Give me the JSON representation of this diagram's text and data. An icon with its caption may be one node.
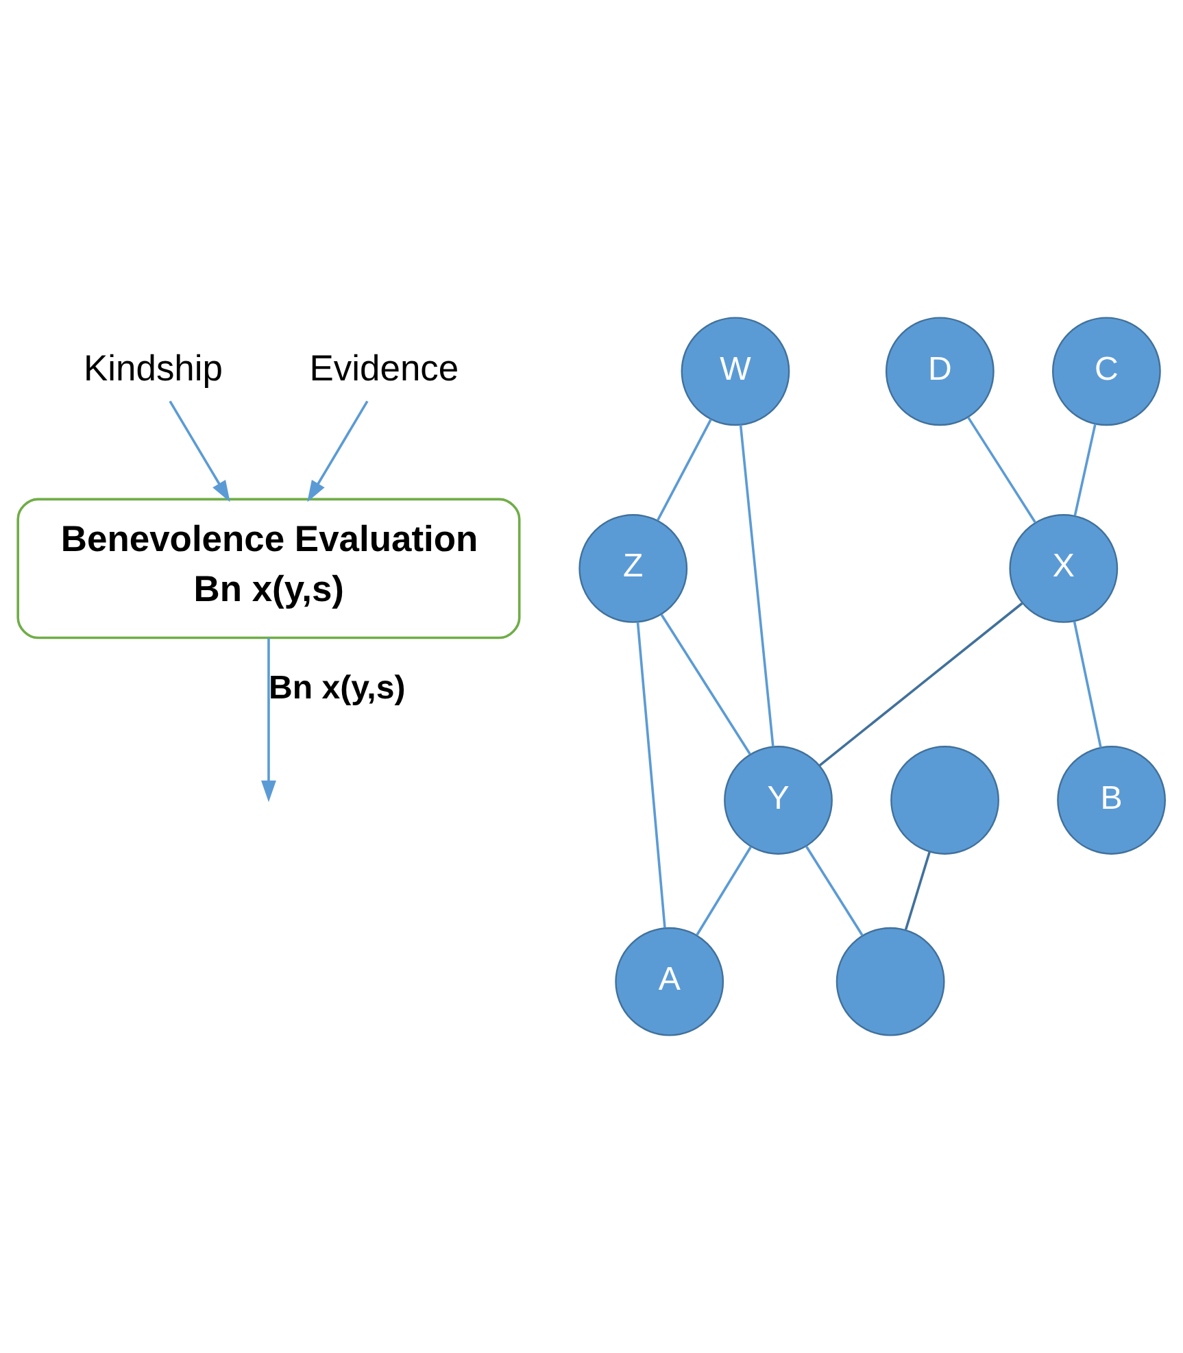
{
  "diagram": {
    "nodes": [
      {
        "text": [
          "Kindship"
        ]
      },
      {
        "text": [
          "Evidence"
        ]
      },
      {
        "text": [
          "Benevolence Evaluation",
          "Bn x(y,s)"
        ]
      },
      {
        "text": [
          "D"
        ]
      },
      {
        "text": [
          "W"
        ]
      },
      {
        "text": [
          "Z"
        ]
      },
      {
        "text": [
          "C"
        ]
      },
      {
        "text": [
          "X"
        ]
      },
      {
        "text": [
          "Y"
        ]
      },
      {
        "text": [
          "B"
        ]
      },
      {
        "text": [],
        "shape": "circle"
      },
      {
        "text": [],
        "shape": "circle"
      },
      {
        "text": [
          "A"
        ]
      }
    ],
    "edges": [
      {
        "from": 0,
        "to": 2,
        "arrow": "to"
      },
      {
        "from": 1,
        "to": 2,
        "arrow": "to"
      },
      {
        "from": 2,
        "to": null,
        "arrow": "to",
        "label": "Bn x(y,s)"
      },
      {
        "from": 4,
        "to": 5,
        "arrow": "none"
      },
      {
        "from": 4,
        "to": 8,
        "arrow": "none"
      },
      {
        "from": 5,
        "to": 8,
        "arrow": "none"
      },
      {
        "from": 5,
        "to": 12,
        "arrow": "none"
      },
      {
        "from": 3,
        "to": 7,
        "arrow": "none"
      },
      {
        "from": 6,
        "to": 7,
        "arrow": "none"
      },
      {
        "from": 7,
        "to": 9,
        "arrow": "none"
      },
      {
        "from": 7,
        "to": 8,
        "arrow": "none",
        "color": "#41719c"
      },
      {
        "from": 8,
        "to": 11,
        "arrow": "none"
      },
      {
        "from": 8,
        "to": 12,
        "arrow": "none"
      },
      {
        "from": 10,
        "to": 11,
        "arrow": "none",
        "color": "#41719c"
      }
    ]
  }
}
